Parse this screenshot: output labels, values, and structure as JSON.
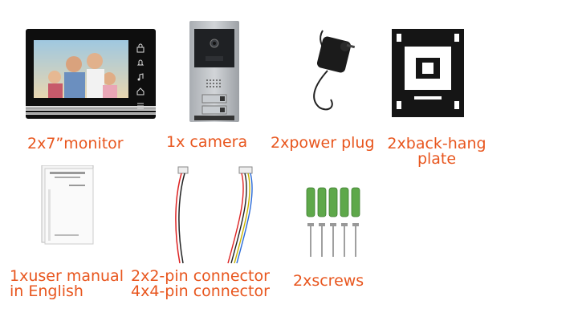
{
  "items": {
    "monitor": {
      "label": "2x7”monitor",
      "icons": [
        "lock-icon",
        "bell-icon",
        "music-icon",
        "home-icon",
        "menu-icon"
      ]
    },
    "camera": {
      "label": "1x camera"
    },
    "power_plug": {
      "label": "2xpower plug"
    },
    "back_plate": {
      "label_line1": "2xback-hang",
      "label_line2": "plate"
    },
    "manual": {
      "label_line1": "1xuser manual",
      "label_line2": "in English"
    },
    "connectors": {
      "label_line1": "2x2-pin connector",
      "label_line2": "4x4-pin connector"
    },
    "screws": {
      "label": "2xscrews"
    }
  },
  "colors": {
    "label": "#e8561e",
    "anchor_green": "#5ea84a",
    "monitor_frame": "#111111",
    "camera_silver": "#b9bcc0"
  }
}
